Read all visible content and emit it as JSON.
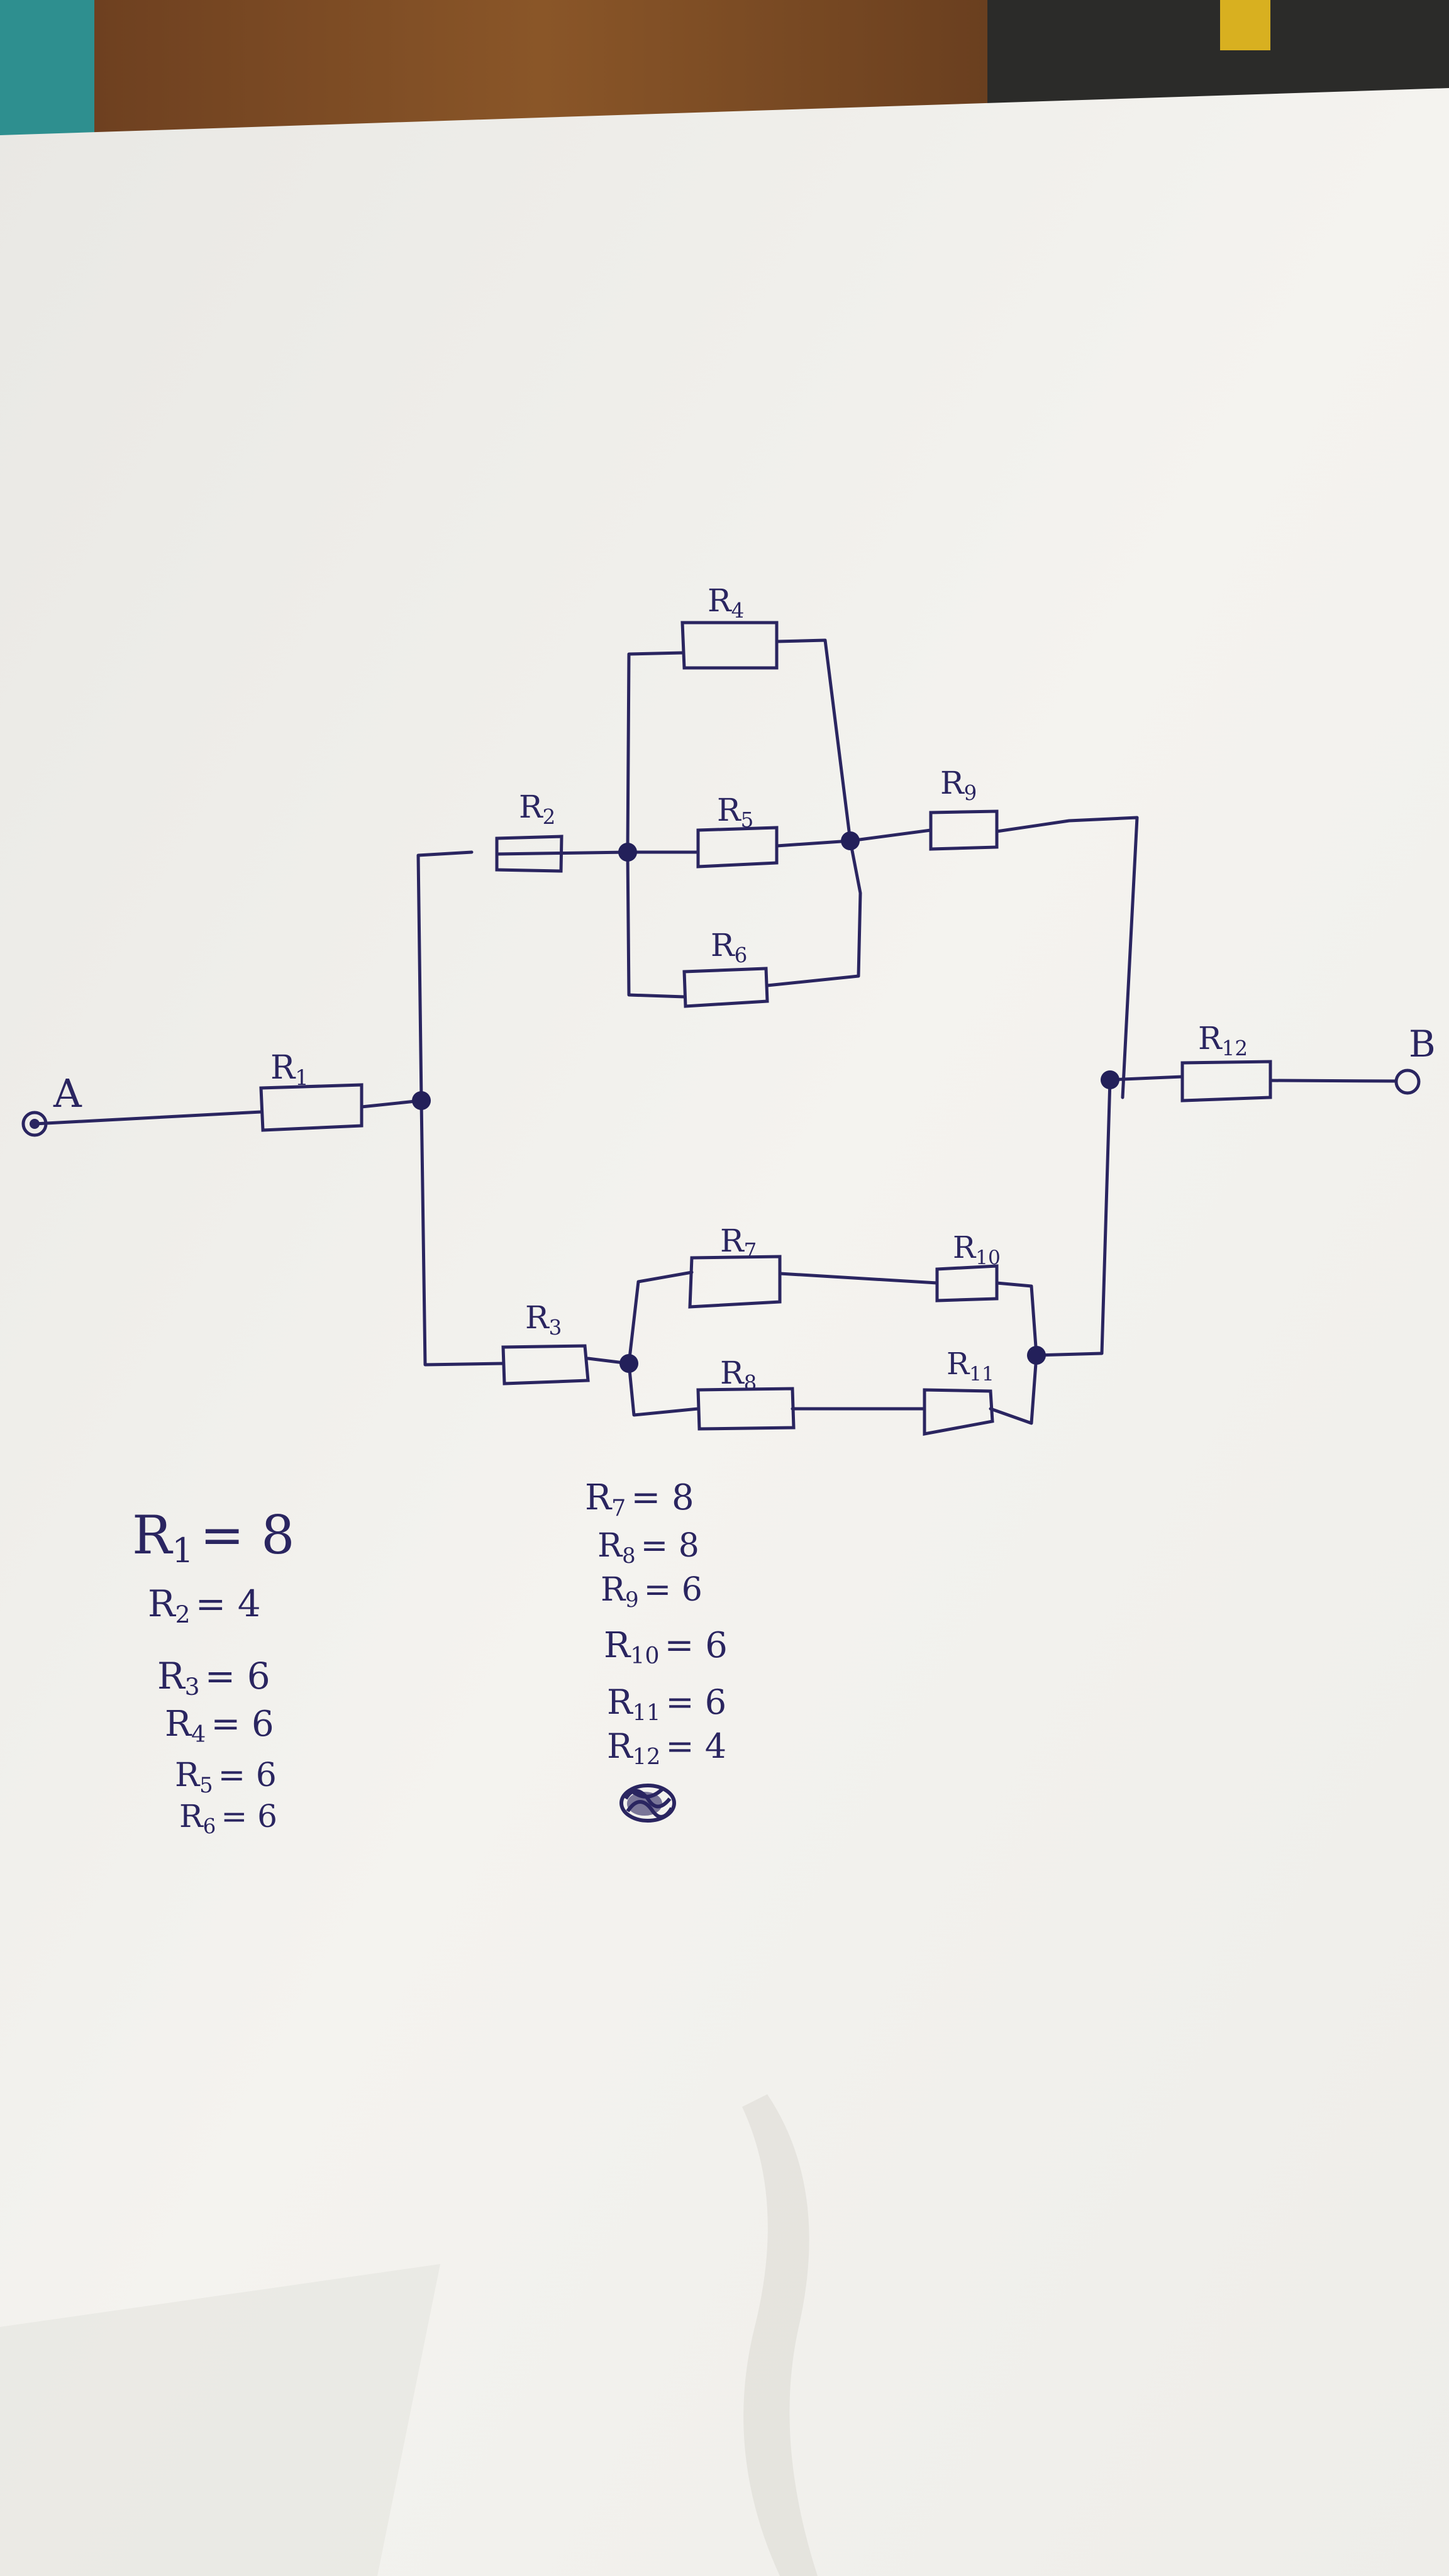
{
  "terminals": {
    "a": "A",
    "b": "B"
  },
  "resistors": {
    "r1": {
      "label": "R",
      "sub": "1"
    },
    "r2": {
      "label": "R",
      "sub": "2"
    },
    "r3": {
      "label": "R",
      "sub": "3"
    },
    "r4": {
      "label": "R",
      "sub": "4"
    },
    "r5": {
      "label": "R",
      "sub": "5"
    },
    "r6": {
      "label": "R",
      "sub": "6"
    },
    "r7": {
      "label": "R",
      "sub": "7"
    },
    "r8": {
      "label": "R",
      "sub": "8"
    },
    "r9": {
      "label": "R",
      "sub": "9"
    },
    "r10": {
      "label": "R",
      "sub": "10"
    },
    "r11": {
      "label": "R",
      "sub": "11"
    },
    "r12": {
      "label": "R",
      "sub": "12"
    }
  },
  "values": {
    "r1": {
      "name": "R",
      "sub": "1",
      "value": "= 8"
    },
    "r2": {
      "name": "R",
      "sub": "2",
      "value": "= 4"
    },
    "r3": {
      "name": "R",
      "sub": "3",
      "value": "= 6"
    },
    "r4": {
      "name": "R",
      "sub": "4",
      "value": "= 6"
    },
    "r5": {
      "name": "R",
      "sub": "5",
      "value": "= 6"
    },
    "r6": {
      "name": "R",
      "sub": "6",
      "value": "= 6"
    },
    "r7": {
      "name": "R",
      "sub": "7",
      "value": "= 8"
    },
    "r8": {
      "name": "R",
      "sub": "8",
      "value": "= 8"
    },
    "r9": {
      "name": "R",
      "sub": "9",
      "value": "= 6"
    },
    "r10": {
      "name": "R",
      "sub": "10",
      "value": "= 6"
    },
    "r11": {
      "name": "R",
      "sub": "11",
      "value": "= 6"
    },
    "r12": {
      "name": "R",
      "sub": "12",
      "value": "= 4"
    }
  },
  "colors": {
    "ink": "#2a2560",
    "paper": "#f3f2ee",
    "background_wood": "#7a4a22",
    "background_teal": "#2e8f8f",
    "background_dark": "#2a2a28"
  }
}
